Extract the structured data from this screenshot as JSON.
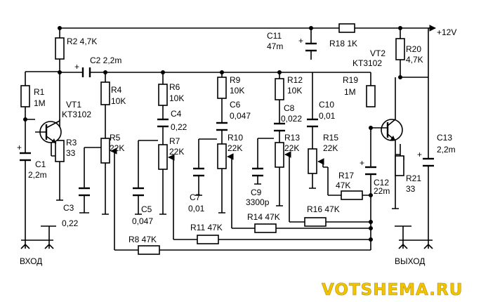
{
  "labels": {
    "r1": [
      "R1",
      "1M"
    ],
    "r2": [
      "R2 4,7K"
    ],
    "r3": [
      "R3",
      "33"
    ],
    "r4": [
      "R4",
      "10K"
    ],
    "r5": [
      "R5",
      "22K"
    ],
    "r6": [
      "R6",
      "10K"
    ],
    "r7": [
      "R7",
      "22K"
    ],
    "r8": [
      "R8 47K"
    ],
    "r9": [
      "R9",
      "10K"
    ],
    "r10": [
      "R10",
      "22K"
    ],
    "r11": [
      "R11 47K"
    ],
    "r12": [
      "R12",
      "10K"
    ],
    "r13": [
      "R13",
      "22K"
    ],
    "r14": [
      "R14 47K"
    ],
    "r15": [
      "R15",
      "22K"
    ],
    "r16": [
      "R16 47K"
    ],
    "r17": [
      "R17",
      "47K"
    ],
    "r18": [
      "R18 1K"
    ],
    "r19": [
      "R19",
      "1M"
    ],
    "r20": [
      "R20",
      "4,7K"
    ],
    "r21": [
      "R21",
      "33"
    ],
    "c1": [
      "C1",
      "2,2m"
    ],
    "c2": [
      "C2 2,2m"
    ],
    "c3": [
      "C3",
      "0,22"
    ],
    "c4": [
      "C4",
      "0,22"
    ],
    "c5": [
      "C5",
      "0,047"
    ],
    "c6": [
      "C6",
      "0,047"
    ],
    "c7": [
      "C7",
      "0,01"
    ],
    "c8": [
      "C8",
      "0,022"
    ],
    "c9": [
      "C9",
      "3300p"
    ],
    "c10": [
      "C10",
      "0,01"
    ],
    "c11": [
      "C11",
      "47m"
    ],
    "c12": [
      "C12",
      "22m"
    ],
    "c13": [
      "C13",
      "2,2m"
    ],
    "vt1": [
      "VT1",
      "KT3102"
    ],
    "vt2": [
      "VT2",
      "KT3102"
    ],
    "supply": "+12V",
    "input": "ВХОД",
    "output": "ВЫХОД",
    "watermark": "VOTSHEMA.RU"
  }
}
